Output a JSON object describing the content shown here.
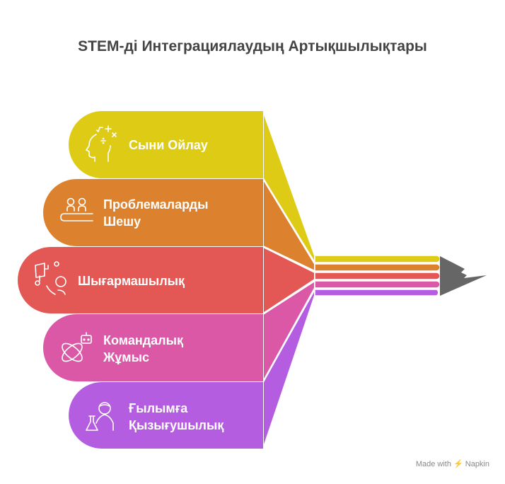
{
  "title": "STEM-ді Интеграциялаудың Артықшылықтары",
  "items": [
    {
      "lines": [
        "Сыни Ойлау"
      ],
      "icon": "thinking-head-math-icon",
      "color": "#DECB16"
    },
    {
      "lines": [
        "Проблемаларды",
        "Шешу"
      ],
      "icon": "people-at-table-icon",
      "color": "#DC822F"
    },
    {
      "lines": [
        "Шығармашылық"
      ],
      "icon": "creative-person-idea-icon",
      "color": "#E35754"
    },
    {
      "lines": [
        "Командалық",
        "Жұмыс"
      ],
      "icon": "robot-atom-icon",
      "color": "#DB58A6"
    },
    {
      "lines": [
        "Ғылымға",
        "Қызығушылық"
      ],
      "icon": "scientist-flask-icon",
      "color": "#B55DE0"
    }
  ],
  "pencil_tip_color": "#666666",
  "footer": "Made with ⚡ Napkin"
}
